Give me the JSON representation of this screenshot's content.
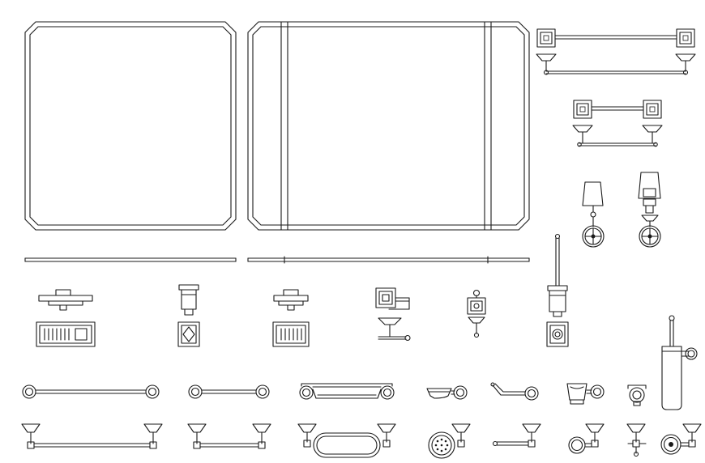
{
  "drawing": {
    "background": "#ffffff",
    "line_color": "#1a1a1a"
  },
  "parts": [
    {
      "name": "square-mirror",
      "icon": "mirror-icon"
    },
    {
      "name": "framed-mirror",
      "icon": "mirror-icon"
    },
    {
      "name": "towel-bar-front",
      "icon": "towel-bar-icon"
    },
    {
      "name": "towel-bar-front-small",
      "icon": "towel-bar-icon"
    },
    {
      "name": "wall-lamp",
      "icon": "lamp-icon"
    },
    {
      "name": "soap-dish",
      "icon": "soap-dish-icon"
    },
    {
      "name": "tumbler-holder",
      "icon": "tumbler-icon"
    },
    {
      "name": "paper-holder",
      "icon": "paper-holder-icon"
    },
    {
      "name": "robe-hook",
      "icon": "hook-icon"
    },
    {
      "name": "toilet-brush",
      "icon": "toilet-brush-icon"
    },
    {
      "name": "towel-bar-side",
      "icon": "towel-bar-icon"
    },
    {
      "name": "shelf",
      "icon": "shelf-icon"
    }
  ]
}
